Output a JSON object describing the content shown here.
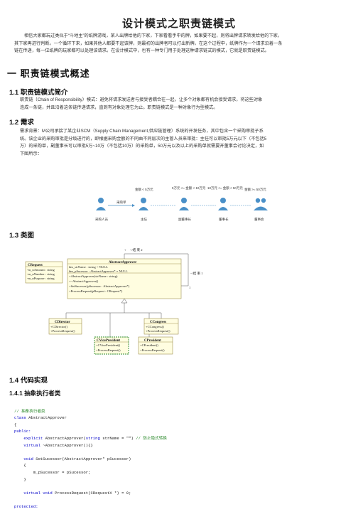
{
  "title": "设计模式之职责链模式",
  "intro": {
    "line1": "相信大家都玩过类似于“斗地主”的纸牌游戏，某人出牌给他的下家，下家看看手中的牌，如果要不起，则将出牌请求转发给他的下家，",
    "line2": "其下家再进行判断。一个循环下来，如果其他人都要不起该牌，则最初的出牌者可以打出新牌。在这个过程中，纸牌作为一个请求沿着一条",
    "line3": "链在传递，每一位纸牌的玩家都可以处理该请求。在设计模式中，也有一种专门用于处理这种请求链式的模式，它就是职责链模式。"
  },
  "section1": {
    "title": "一 职责链模式概述"
  },
  "s11": {
    "title": "1.1 职责链模式简介",
    "line1": "职责链（Chain of Responsibility）模式：避免将请求发送者与接受者耦合在一起，让多个对象都有机会接受请求，将这些对象",
    "line2": "连成一条链，并且沿着这条链传递请求，直到有对象处理它为止。职责链模式是一种对象行为型模式。"
  },
  "s12": {
    "title": "1.2 需求",
    "line1": "需求背景：M公司承接了某企业SCM（Supply Chain Management,供应链管理）系统的开发任务，其中包含一个采购审批子系",
    "line2": "统。该企业的采购审批是分级进行的，即根据采购金额的不同由不同层次的主管人员来审批：主任可以审批5万元以下（不包括5",
    "line3": "万）的采购单，副董事长可以审批5万~10万（不包括10万）的采购单，50万元以及以上的采购单就需要开董事会讨论决定，如",
    "line4": "下图所示："
  },
  "flow": {
    "roles": [
      "采购人员",
      "主任",
      "副董事长",
      "董事长",
      "董事会"
    ],
    "req": "采购单",
    "conds": [
      "金额 < 5万元",
      "5万元 <= 金额 < 10万元",
      "10万元 <= 金额 < 50万元",
      "金额 >= 50万元"
    ]
  },
  "s13": {
    "title": "1.3 类图"
  },
  "uml": {
    "crequest": {
      "name": "CRequest",
      "attrs": [
        "-m_nAmount : string",
        "-m_nNumber : string",
        "-m_nPurpose : string"
      ]
    },
    "approver": {
      "name": "AbstractApprover",
      "attrs": [
        "#m_strName : string = NULL",
        "#m_pSucessor : AbstractApprover* = NULL"
      ],
      "ops": [
        "+AbstractApprover(strName : string)",
        "+~AbstractApprover()",
        "+SetSucessor(pSucessor : AbstractApprover*)",
        "+ProcessRequest(pRequest : CRequest*)"
      ]
    },
    "director": {
      "name": "CDirector",
      "ops": [
        "+CDirector()",
        "+ProcessRequest()"
      ]
    },
    "congress": {
      "name": "CCongress",
      "ops": [
        "+CCongress()",
        "+ProcessRequest()"
      ]
    },
    "vice": {
      "name": "CVicePresident",
      "ops": [
        "+CVicePresident()",
        "+ProcessRequest()"
      ]
    },
    "president": {
      "name": "CPresident",
      "ops": [
        "+CPresident()",
        "+ProcessRequest()"
      ]
    },
    "lbl_top": "~/结 束 2",
    "lbl_right": "~/结 束 1",
    "lbl_plus": "+",
    "lbl_one": "1"
  },
  "s14": {
    "title": "1.4 代码实现"
  },
  "s141": {
    "title": "1.4.1 抽象执行者类"
  },
  "code": {
    "c1": "// 抽象执行者类",
    "c2a": "class",
    "c2b": " AbstractApprover",
    "c3": "{",
    "c4": "public:",
    "c5a": "    explicit",
    "c5b": " AbstractApprover(",
    "c5c": "string",
    "c5d": " strName = \"\")",
    "c5e": " // 防止隐式转换",
    "c6a": "    virtual",
    "c6b": " ~AbstractApprover(){}",
    "c7": "",
    "c8a": "    void",
    "c8b": " SetSucessor(AbstractApprover* pSucessor)",
    "c9": "    {",
    "c10": "        m_pSucessor = pSucessor;",
    "c11": "    }",
    "c12": "",
    "c13a": "    virtual",
    "c13b": " void",
    "c13c": " ProcessRequest(CRequestX *) = 0;",
    "c14": "",
    "c15": "protected:"
  }
}
